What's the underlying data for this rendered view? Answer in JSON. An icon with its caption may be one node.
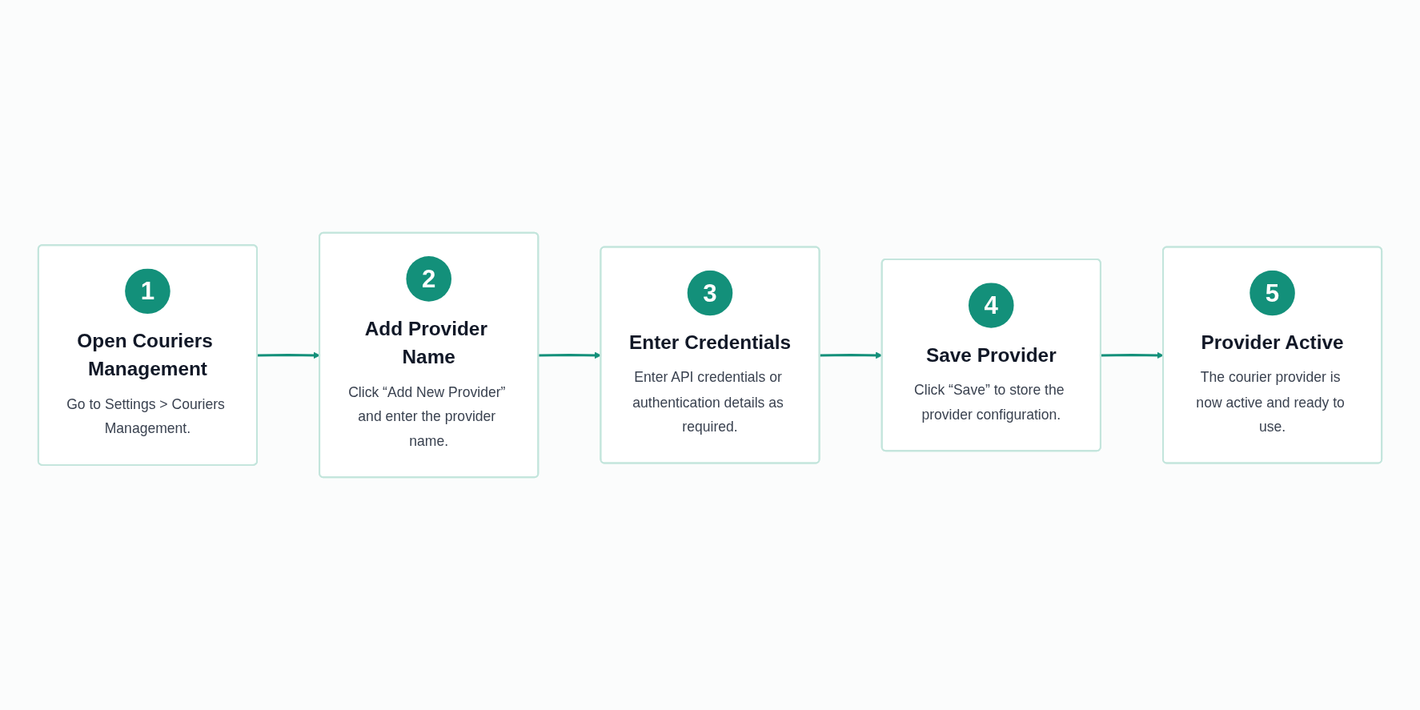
{
  "diagram": {
    "nodes": [
      {
        "text": [
          "1",
          "Open Couriers Management",
          "Go to Settings > Couriers Management."
        ]
      },
      {
        "text": [
          "2",
          "Add Provider Name",
          "Click “Add New Provider” and enter the provider name."
        ]
      },
      {
        "text": [
          "3",
          "Enter Credentials",
          "Enter API credentials or authentication details as required."
        ]
      },
      {
        "text": [
          "4",
          "Save Provider",
          "Click “Save” to store the provider configuration."
        ]
      },
      {
        "text": [
          "5",
          "Provider Active",
          "The courier provider is now active and ready to use."
        ]
      }
    ],
    "edges": [
      {
        "from": 0,
        "to": 1,
        "arrow": "to"
      },
      {
        "from": 1,
        "to": 2,
        "arrow": "to"
      },
      {
        "from": 2,
        "to": 3,
        "arrow": "to"
      },
      {
        "from": 3,
        "to": 4,
        "arrow": "to"
      }
    ]
  }
}
